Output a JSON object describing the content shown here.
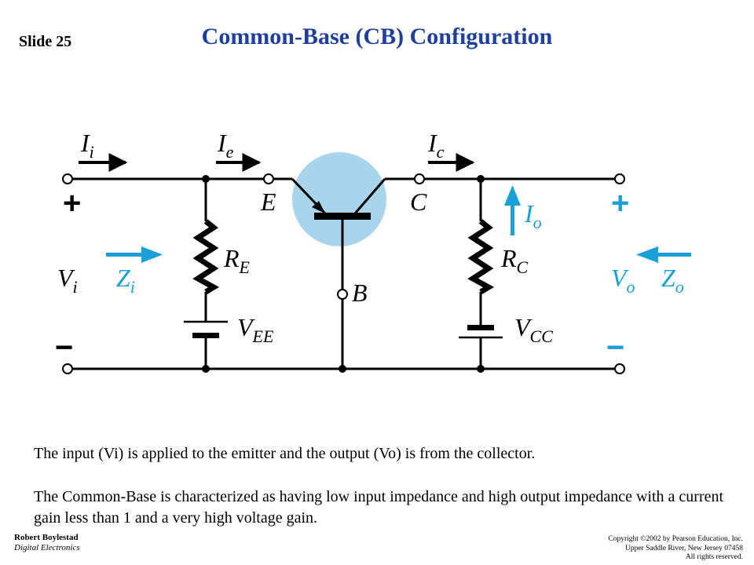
{
  "slide_label": "Slide 25",
  "title": "Common-Base (CB) Configuration",
  "circuit": {
    "labels": {
      "ii": "I",
      "ii_sub": "i",
      "ie": "I",
      "ie_sub": "e",
      "ic": "I",
      "ic_sub": "c",
      "io": "I",
      "io_sub": "o",
      "emitter": "E",
      "collector": "C",
      "base": "B",
      "re": "R",
      "re_sub": "E",
      "rc": "R",
      "rc_sub": "C",
      "vee": "V",
      "vee_sub": "EE",
      "vcc": "V",
      "vcc_sub": "CC",
      "vi": "V",
      "vi_sub": "i",
      "vo": "V",
      "vo_sub": "o",
      "zi": "Z",
      "zi_sub": "i",
      "zo": "Z",
      "zo_sub": "o",
      "plus_in": "+",
      "minus_in": "−",
      "plus_out": "+",
      "minus_out": "−"
    },
    "colors": {
      "wire": "#000000",
      "accent": "#1a9fd8",
      "transistor_highlight": "#a8d4ec"
    }
  },
  "text": {
    "paragraph1": "The input (Vi) is applied to the emitter and the output (Vo) is from the collector.",
    "paragraph2": "The Common-Base is characterized as having low input impedance and high output impedance with a current gain less than 1 and a very high voltage gain."
  },
  "footer": {
    "author": "Robert Boylestad",
    "book": "Digital Electronics",
    "copyright_line1": "Copyright ©2002 by Pearson Education, Inc.",
    "copyright_line2": "Upper Saddle River, New Jersey 07458",
    "copyright_line3": "All rights reserved."
  }
}
